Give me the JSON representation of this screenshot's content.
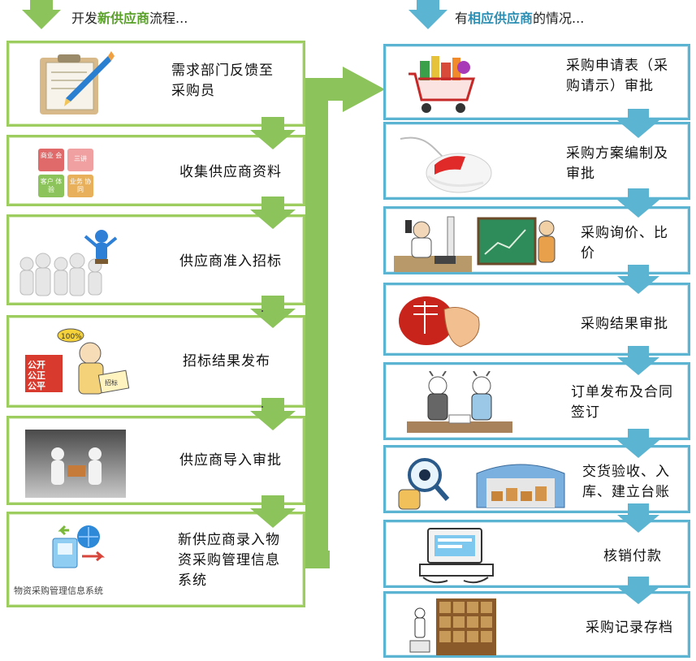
{
  "left_header": {
    "prefix": "开发",
    "highlight": "新供应商",
    "suffix": "流程..."
  },
  "right_header": {
    "prefix": "有",
    "highlight": "相应供应商",
    "suffix": "的情况..."
  },
  "left_steps": [
    {
      "lines": [
        "需求部门反馈至",
        "采购员"
      ]
    },
    {
      "lines": [
        "收集供应商资料"
      ]
    },
    {
      "lines": [
        "供应商准入招标"
      ]
    },
    {
      "lines": [
        "招标结果发布"
      ]
    },
    {
      "lines": [
        "供应商导入审批"
      ]
    },
    {
      "lines": [
        "新供应商录入物",
        "资采购管理信息",
        "系统"
      ]
    }
  ],
  "right_steps": [
    {
      "lines": [
        "采购申请表（采",
        "购请示）审批"
      ]
    },
    {
      "lines": [
        "采购方案编制及",
        "审批"
      ]
    },
    {
      "lines": [
        "采购询价、比",
        "价"
      ]
    },
    {
      "lines": [
        "采购结果审批"
      ]
    },
    {
      "lines": [
        "订单发布及合同",
        "签订"
      ]
    },
    {
      "lines": [
        "交货验收、入",
        "库、建立台账"
      ]
    },
    {
      "lines": [
        "核销付款"
      ]
    },
    {
      "lines": [
        "采购记录存档"
      ]
    }
  ],
  "grid_card": {
    "cells": [
      "商业 会",
      "三讲",
      "客户 体验",
      "业务 协同"
    ],
    "colors": [
      "#e06a6a",
      "#f0a0a0",
      "#8cc35a",
      "#e8b05a"
    ]
  },
  "sign_text": {
    "a": "公开",
    "b": "公正",
    "c": "公平",
    "badge": "100%",
    "card": "招标"
  },
  "system_caption": "物资采购管理信息系统",
  "colors": {
    "green_border": "#9ccd5e",
    "green_arrow": "#8cc35a",
    "blue_border": "#5bb5d2",
    "blue_arrow": "#5bb5d2"
  }
}
